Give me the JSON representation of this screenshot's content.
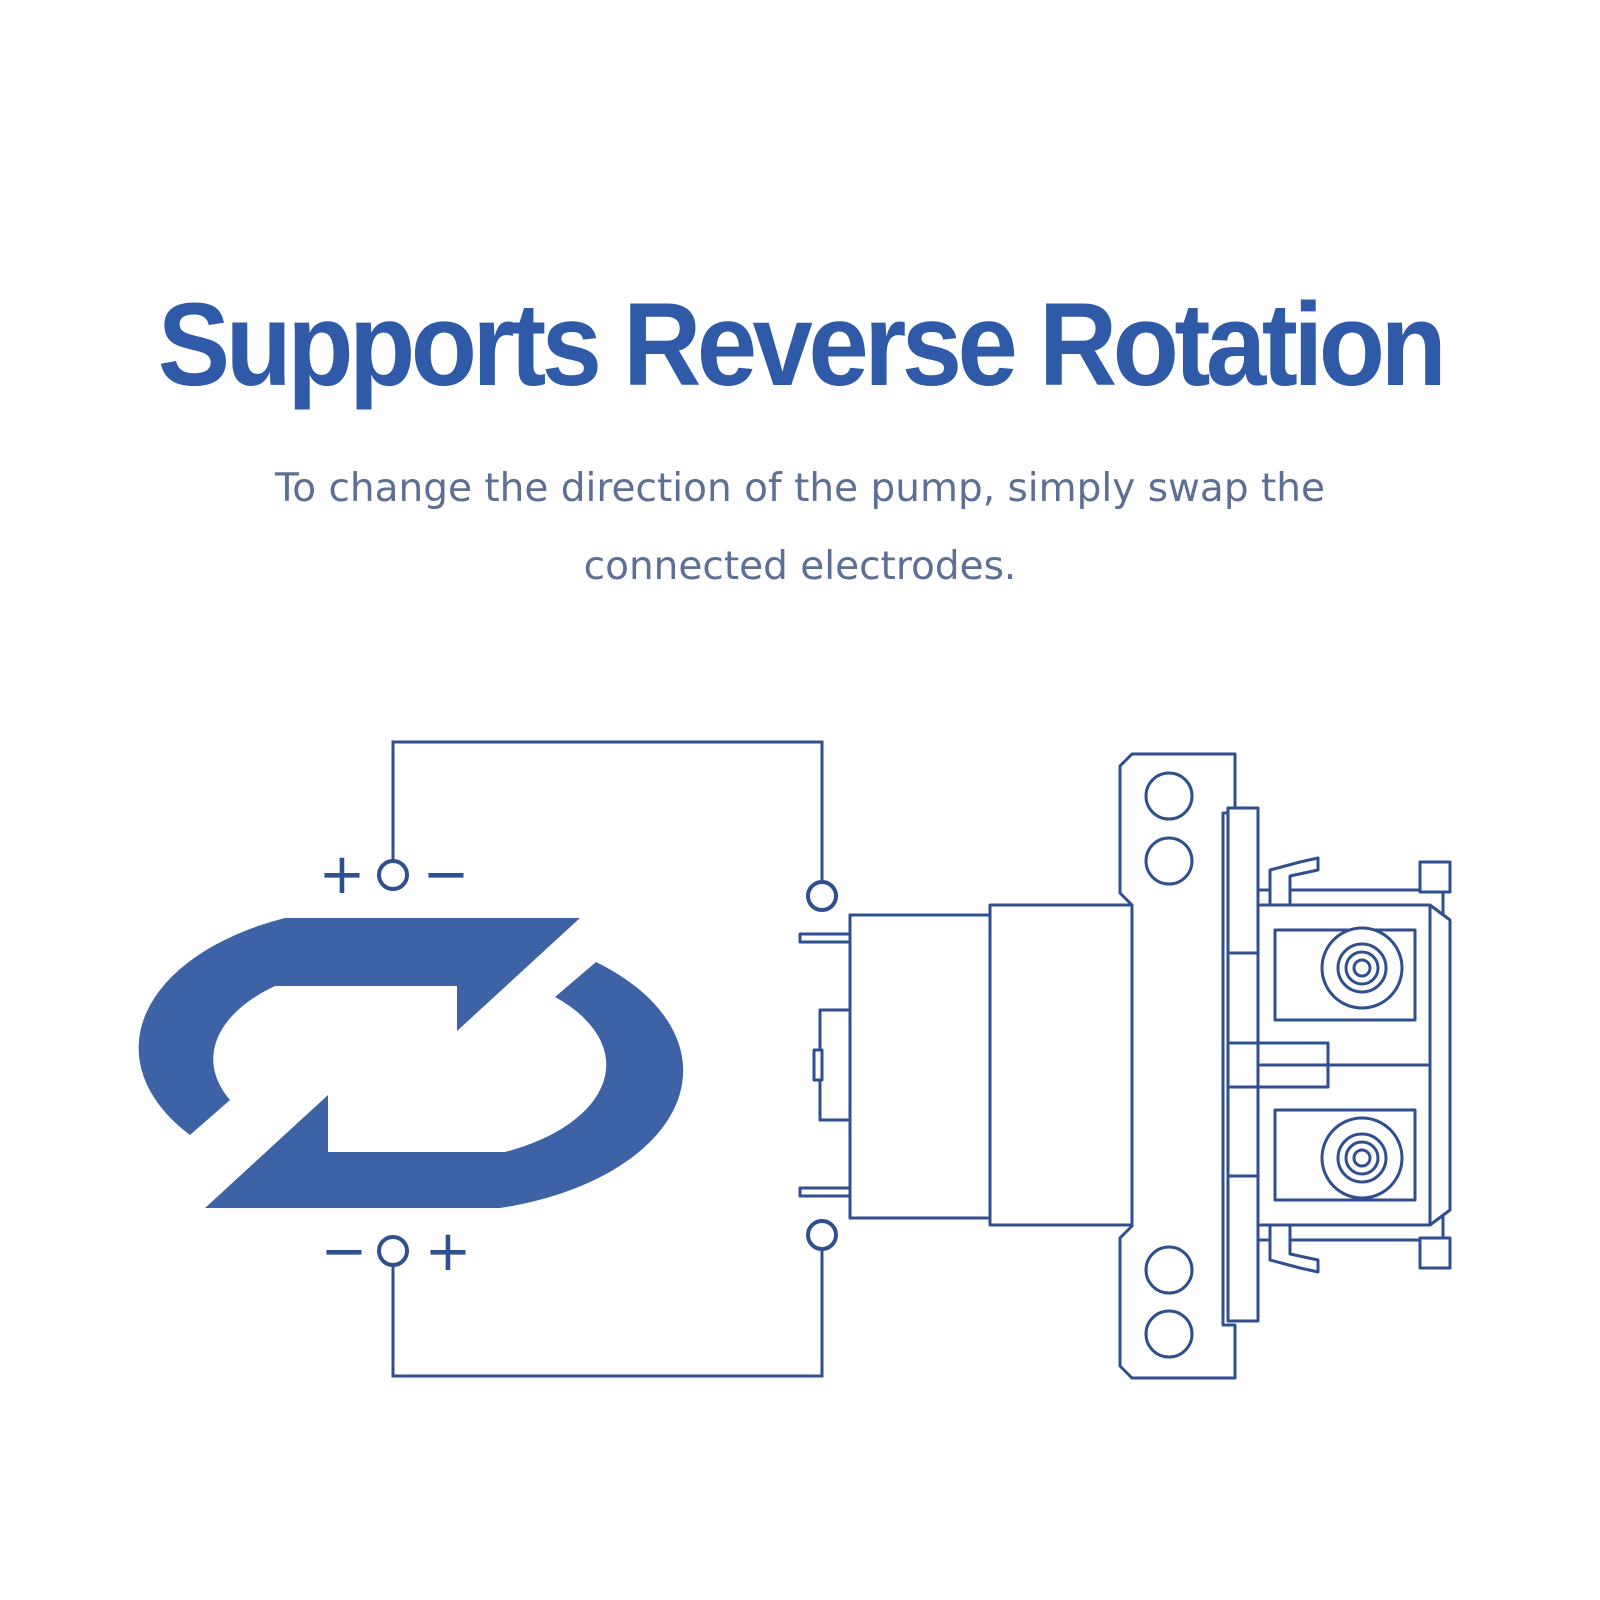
{
  "title": "Supports Reverse Rotation",
  "subtitle": "To change the direction of the pump, simply swap the connected electrodes.",
  "colors": {
    "title": "#2f5aa8",
    "subtitle": "#5d6f94",
    "arrow_fill": "#3d63a6",
    "line": "#2f4f8f",
    "background": "#ffffff"
  },
  "icons": {
    "reverse_arrows": "reverse-rotation-arrows-icon",
    "pump": "pump-motor-drawing"
  },
  "polarity": {
    "top_left": "+",
    "top_right": "−",
    "bottom_left": "−",
    "bottom_right": "+"
  }
}
